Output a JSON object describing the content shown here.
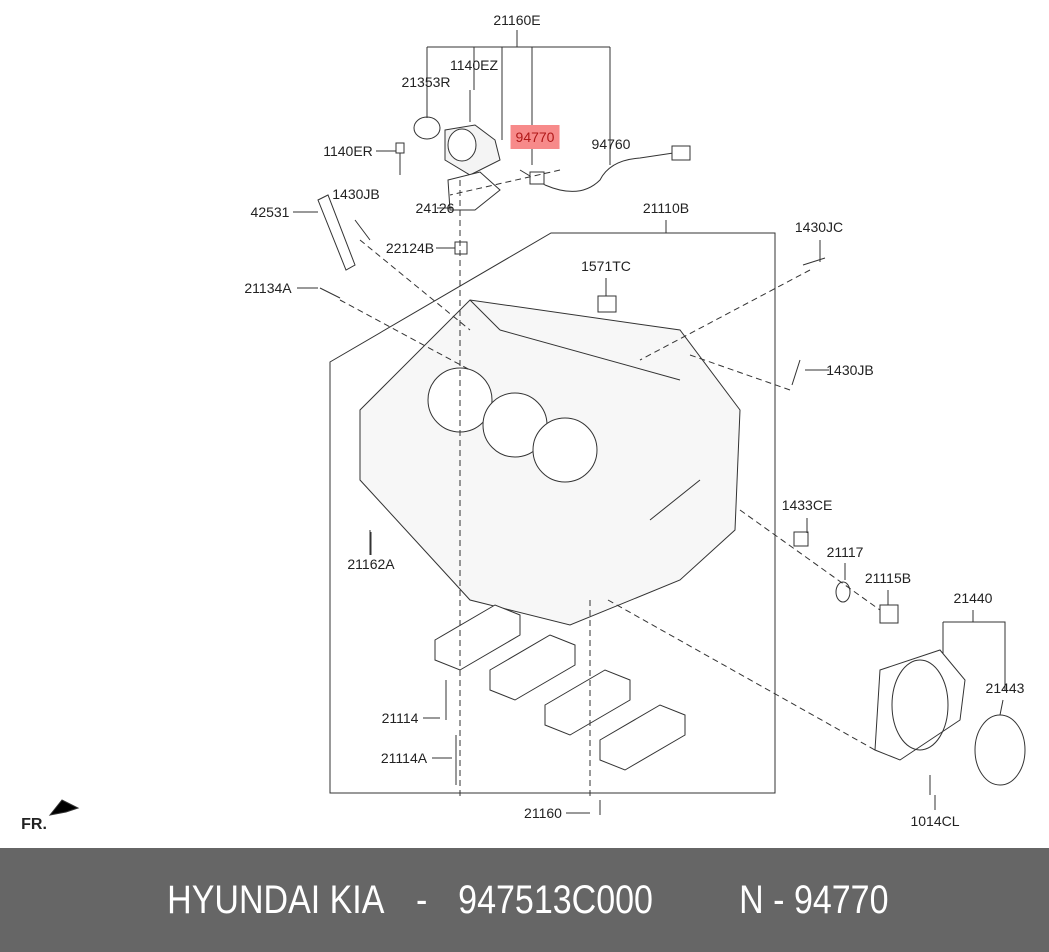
{
  "labels": {
    "p21160E": "21160E",
    "p1140EZ": "1140EZ",
    "p21353R": "21353R",
    "p94770": "94770",
    "p94760": "94760",
    "p1140ER": "1140ER",
    "p42531": "42531",
    "p1430JB_a": "1430JB",
    "p24126": "24126",
    "p22124B": "22124B",
    "p21110B": "21110B",
    "p1430JC": "1430JC",
    "p1571TC": "1571TC",
    "p21134A": "21134A",
    "p1430JB_b": "1430JB",
    "p1433CE": "1433CE",
    "p21162A": "21162A",
    "p21117": "21117",
    "p21115B": "21115B",
    "p21440": "21440",
    "p21443": "21443",
    "p21114": "21114",
    "p21114A": "21114A",
    "p21160": "21160",
    "p1014CL": "1014CL",
    "fr": "FR."
  },
  "highlight_color": "#f78a8a",
  "footer": {
    "brand": "HYUNDAI  KIA",
    "part_number": "947513C000",
    "ref": "N - 94770",
    "sep": "-"
  },
  "footer_bg": "#666666"
}
